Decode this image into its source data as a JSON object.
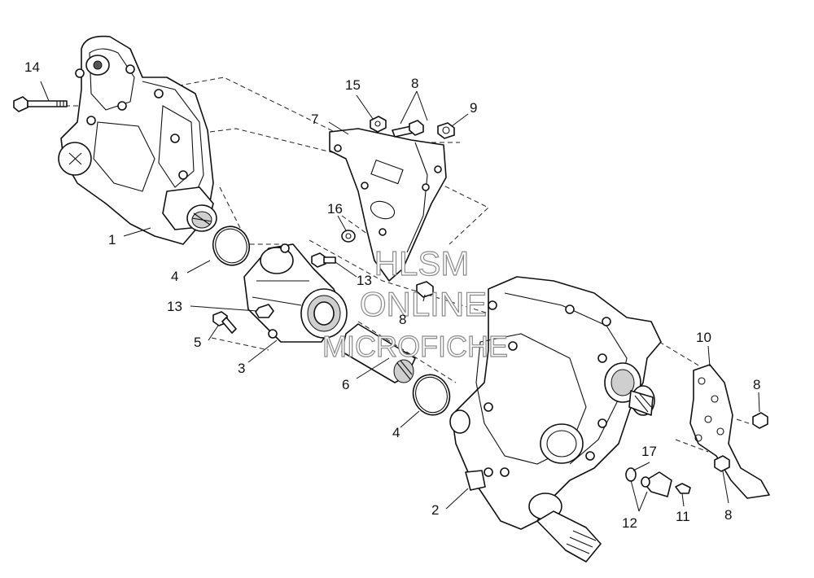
{
  "callouts": {
    "c1": "1",
    "c2": "2",
    "c3": "3",
    "c4a": "4",
    "c4b": "4",
    "c5": "5",
    "c6": "6",
    "c7": "7",
    "c8a": "8",
    "c8b": "8",
    "c8c": "8",
    "c8d": "8",
    "c9": "9",
    "c10": "10",
    "c11": "11",
    "c12": "12",
    "c13a": "13",
    "c13b": "13",
    "c14": "14",
    "c15": "15",
    "c16": "16",
    "c17": "17"
  },
  "watermark": {
    "line1": "HLSM",
    "line2": "ONLINE",
    "line3": "MICROFICHE"
  },
  "colors": {
    "line": "#111111",
    "background": "#ffffff",
    "watermark_stroke": "#8a8a8a"
  }
}
